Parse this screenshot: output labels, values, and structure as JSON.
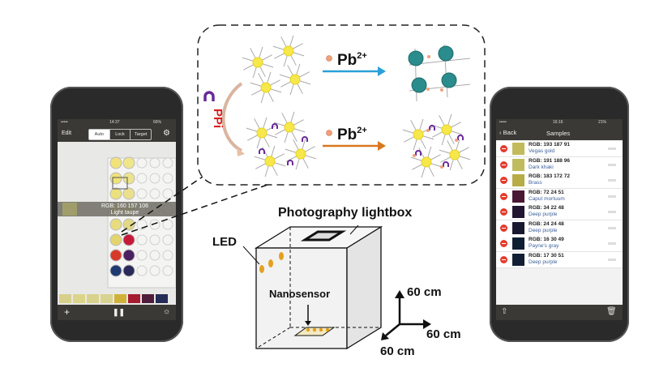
{
  "left_phone": {
    "status": {
      "signal": "•••••",
      "time": "14:37",
      "battery": "66%"
    },
    "toolbar": {
      "edit": "Edit",
      "segments": [
        "Auto",
        "Lock",
        "Target"
      ],
      "active_segment": "Auto",
      "settings_icon": "gear-icon"
    },
    "readout": {
      "rgb": "RGB: 160 157 106",
      "name": "Light taupe",
      "color": "#a09d6a"
    },
    "swatches": [
      "#d7d08a",
      "#dcd589",
      "#d9d28c",
      "#d8d391",
      "#d1b238",
      "#a51c30",
      "#4f1d3c",
      "#252d56"
    ],
    "bottom": {
      "add_icon": "plus-icon",
      "pause_icon": "pause-icon",
      "brightness_icon": "sun-icon"
    }
  },
  "right_phone": {
    "status": {
      "signal": "•••••",
      "time": "16:16",
      "battery": "21%"
    },
    "nav": {
      "back": "Back",
      "title": "Samples"
    },
    "samples": [
      {
        "rgb": "RGB: 193 187 91",
        "name": "Vegas gold",
        "color": "#c1bb5b"
      },
      {
        "rgb": "RGB: 191 188 96",
        "name": "Dark khaki",
        "color": "#bfbc60"
      },
      {
        "rgb": "RGB: 183 172 72",
        "name": "Brass",
        "color": "#b7ac48"
      },
      {
        "rgb": "RGB: 72 24 51",
        "name": "Caput mortuum",
        "color": "#481833"
      },
      {
        "rgb": "RGB: 34 22 48",
        "name": "Deep purple",
        "color": "#221630"
      },
      {
        "rgb": "RGB: 24 24 48",
        "name": "Deep purple",
        "color": "#181830"
      },
      {
        "rgb": "RGB: 16 30 49",
        "name": "Payne's gray",
        "color": "#101e31"
      },
      {
        "rgb": "RGB: 17 30 51",
        "name": "Deep purple",
        "color": "#111e33"
      }
    ],
    "bottom": {
      "share_icon": "share-icon",
      "trash_icon": "trash-icon"
    }
  },
  "scheme": {
    "ppi_label": "PPi",
    "pb_label_top": "Pb",
    "pb_label_bottom": "Pb",
    "charge": "2+",
    "colors": {
      "nanoparticle": "#f6e84a",
      "aggregate": "#2a8c8c",
      "ppi": "#6a2a9a",
      "pb": "#f0a07a",
      "arrow_top": "#2aa0d8",
      "arrow_bottom": "#d8781e",
      "ppi_text": "#d42020"
    }
  },
  "setup": {
    "lightbox_label": "Photography lightbox",
    "led_label": "LED",
    "nanosensor_label": "Nanosensor",
    "dim_vertical": "60 cm",
    "dim_right": "60 cm",
    "dim_depth": "60 cm"
  }
}
